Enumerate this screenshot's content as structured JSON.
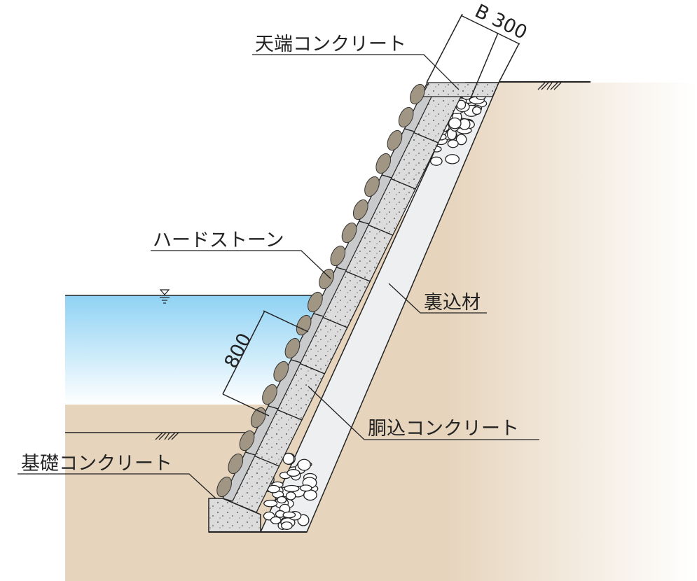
{
  "labels": {
    "crown_concrete": "天端コンクリート",
    "hard_stone": "ハードストーン",
    "backfill": "裏込材",
    "filling_concrete": "胴込コンクリート",
    "foundation_concrete": "基礎コンクリート"
  },
  "dimensions": {
    "width": "B 300",
    "block_height": "800"
  },
  "colors": {
    "earth": "#e6d4bc",
    "water_top": "#8fd2f4",
    "backfill": "#eeeff1",
    "block": "#c9cacb",
    "stone": "#a09683"
  }
}
